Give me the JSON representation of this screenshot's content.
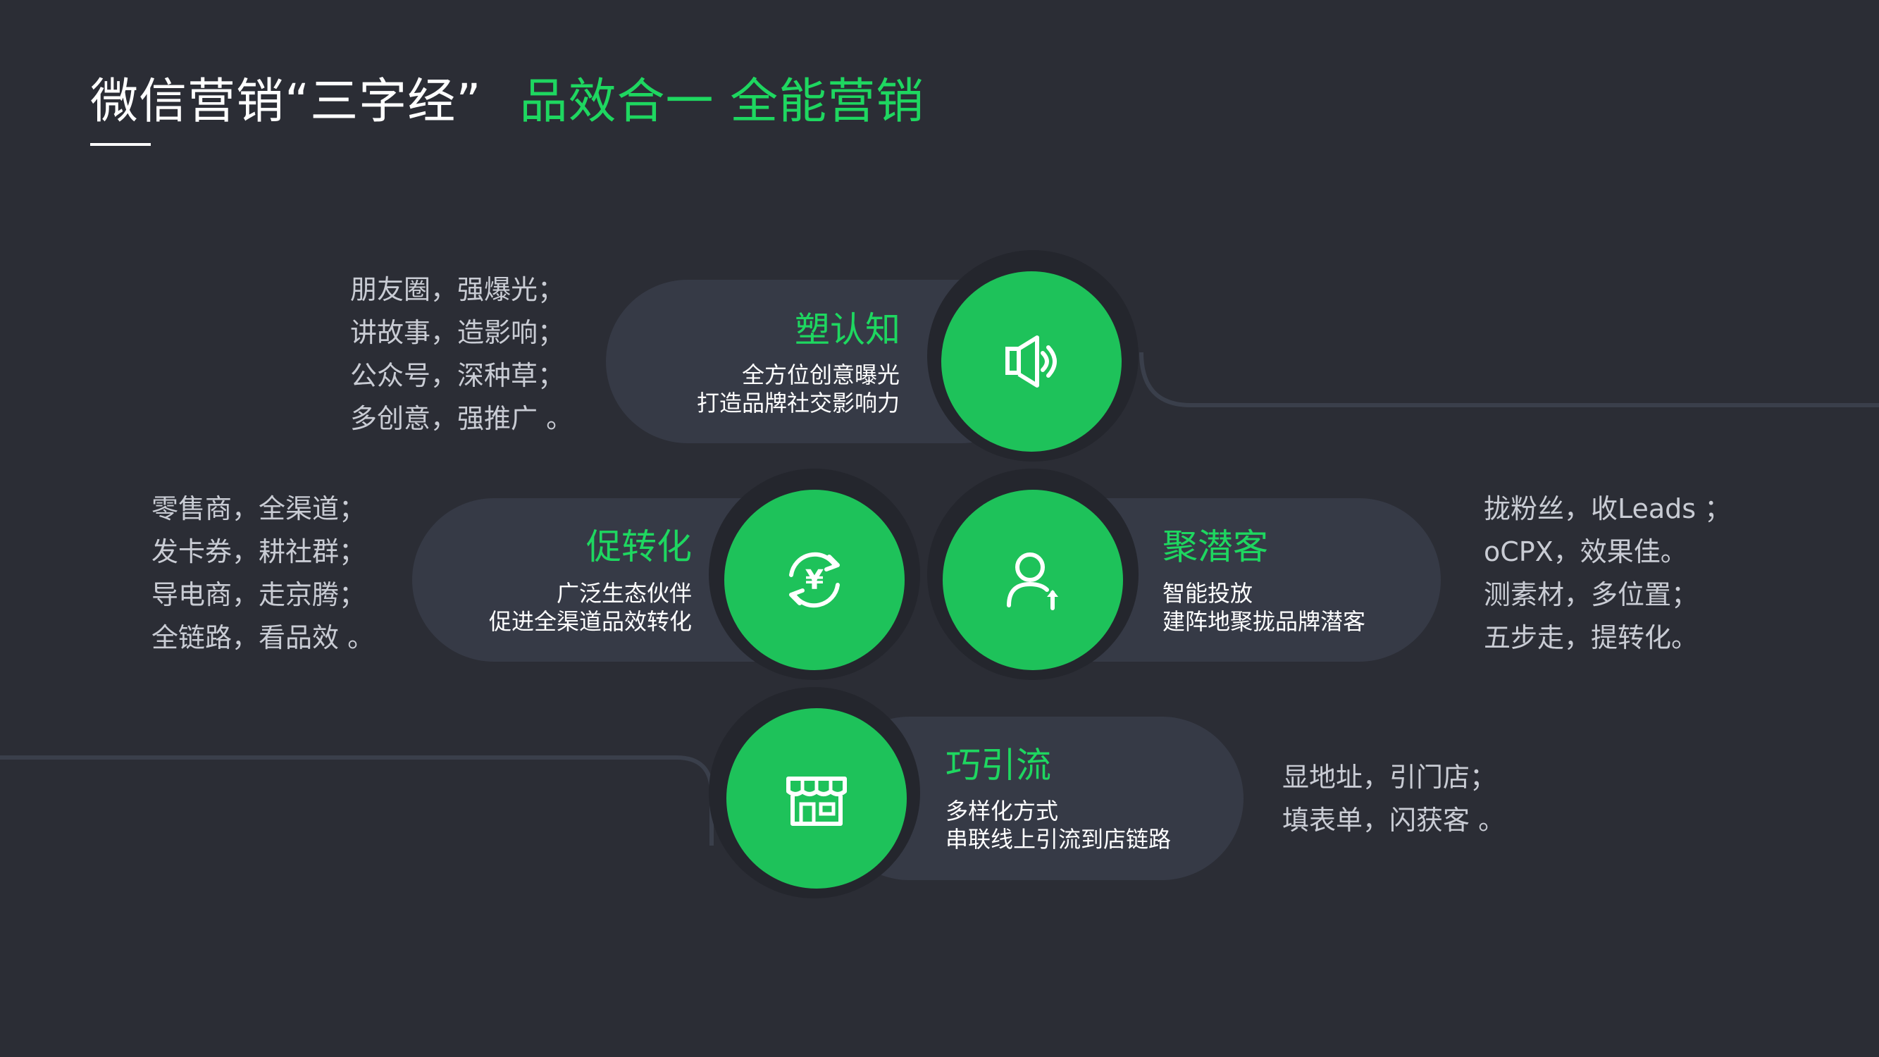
{
  "header": {
    "title": "微信营销“三字经”",
    "title_accent": "品效合一 全能营销"
  },
  "colors": {
    "background": "#2b2d35",
    "accent_green": "#1ec25a",
    "pill": "#363a46",
    "line": "#3a3f4b"
  },
  "nodes": {
    "awareness": {
      "title": "塑认知",
      "desc": [
        "全方位创意曝光",
        "打造品牌社交影响力"
      ],
      "icon": "speaker-icon",
      "points": [
        "朋友圈，强爆光；",
        "讲故事，造影响；",
        "公众号，深种草；",
        "多创意，强推广 。"
      ]
    },
    "conversion": {
      "title": "促转化",
      "desc": [
        "广泛生态伙伴",
        "促进全渠道品效转化"
      ],
      "icon": "yuan-cycle-icon",
      "points": [
        "零售商，全渠道；",
        "发卡券，耕社群；",
        "导电商，走京腾；",
        "全链路，看品效 。"
      ]
    },
    "prospects": {
      "title": "聚潜客",
      "desc": [
        "智能投放",
        "建阵地聚拢品牌潜客"
      ],
      "icon": "user-growth-icon",
      "points": [
        "拢粉丝，收Leads ；",
        "oCPX，效果佳。",
        "测素材，多位置；",
        "五步走，提转化。"
      ]
    },
    "traffic": {
      "title": "巧引流",
      "desc": [
        "多样化方式",
        "串联线上引流到店链路"
      ],
      "icon": "store-icon",
      "points": [
        "显地址，引门店；",
        "填表单，闪获客 。"
      ]
    }
  }
}
